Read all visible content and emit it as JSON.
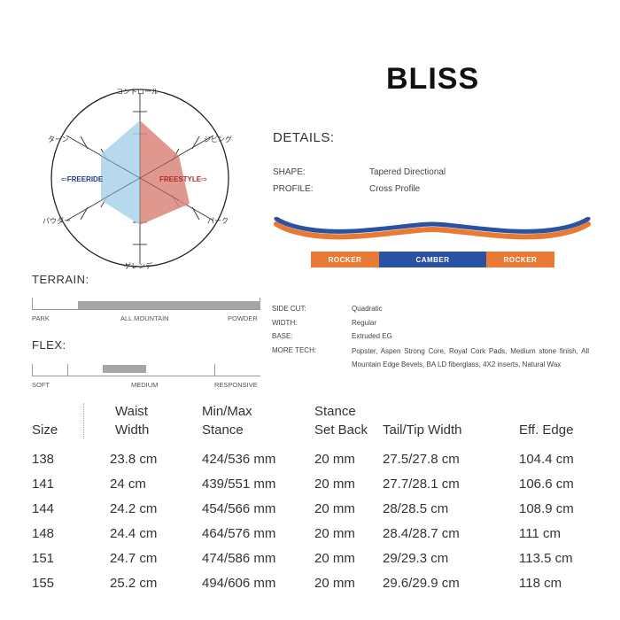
{
  "title": "BLISS",
  "radar": {
    "axes": {
      "top": "コントロール",
      "top_left": "ターン",
      "top_right": "ジビング",
      "bottom_left": "パウダー",
      "bottom_right": "パーク",
      "bottom": "ゲレンデ"
    },
    "freeride_label": "⇦FREERIDE",
    "freestyle_label": "FREESTYLE⇨",
    "colors": {
      "freeride": "#a9d2ea",
      "freestyle": "#d9857a"
    }
  },
  "details": {
    "heading": "DETAILS:",
    "shape_key": "SHAPE:",
    "shape_val": "Tapered Directional",
    "profile_key": "PROFILE:",
    "profile_val": "Cross Profile"
  },
  "profile_bar": {
    "left": "ROCKER",
    "middle": "CAMBER",
    "right": "ROCKER",
    "colors": {
      "rocker": "#e87a35",
      "camber": "#2a52a2"
    }
  },
  "terrain": {
    "heading": "TERRAIN:",
    "low": "PARK",
    "mid": "ALL MOUNTAIN",
    "high": "POWDER",
    "range": [
      0.2,
      1.0
    ]
  },
  "flex": {
    "heading": "FLEX:",
    "low": "SOFT",
    "mid": "MEDIUM",
    "high": "RESPONSIVE",
    "range": [
      0.31,
      0.5
    ]
  },
  "tech": {
    "side_cut_key": "SIDE CUT:",
    "side_cut_val": "Quadratic",
    "width_key": "WIDTH:",
    "width_val": "Regular",
    "base_key": "BASE:",
    "base_val": "Extruded EG",
    "more_key": "MORE TECH:",
    "more_val": "Popster, Aspen Strong Core, Royal Cork Pads, Medium stone finish, All Mountain Edge Bevels, BA LD fiberglass, 4X2 inserts, Natural Wax"
  },
  "table": {
    "headers": {
      "size": "Size",
      "waist_1": "Waist",
      "waist_2": "Width",
      "stance_1": "Min/Max",
      "stance_2": "Stance",
      "setback_1": "Stance",
      "setback_2": "Set Back",
      "tailtip": "Tail/Tip Width",
      "edge": "Eff. Edge"
    },
    "rows": [
      [
        "138",
        "23.8 cm",
        "424/536 mm",
        "20 mm",
        "27.5/27.8 cm",
        "104.4 cm"
      ],
      [
        "141",
        "24 cm",
        "439/551 mm",
        "20 mm",
        "27.7/28.1 cm",
        "106.6 cm"
      ],
      [
        "144",
        "24.2 cm",
        "454/566 mm",
        "20 mm",
        "28/28.5 cm",
        "108.9 cm"
      ],
      [
        "148",
        "24.4 cm",
        "464/576 mm",
        "20 mm",
        "28.4/28.7 cm",
        "111 cm"
      ],
      [
        "151",
        "24.7 cm",
        "474/586 mm",
        "20 mm",
        "29/29.3 cm",
        "113.5 cm"
      ],
      [
        "155",
        "25.2 cm",
        "494/606 mm",
        "20 mm",
        "29.6/29.9 cm",
        "118 cm"
      ]
    ]
  }
}
